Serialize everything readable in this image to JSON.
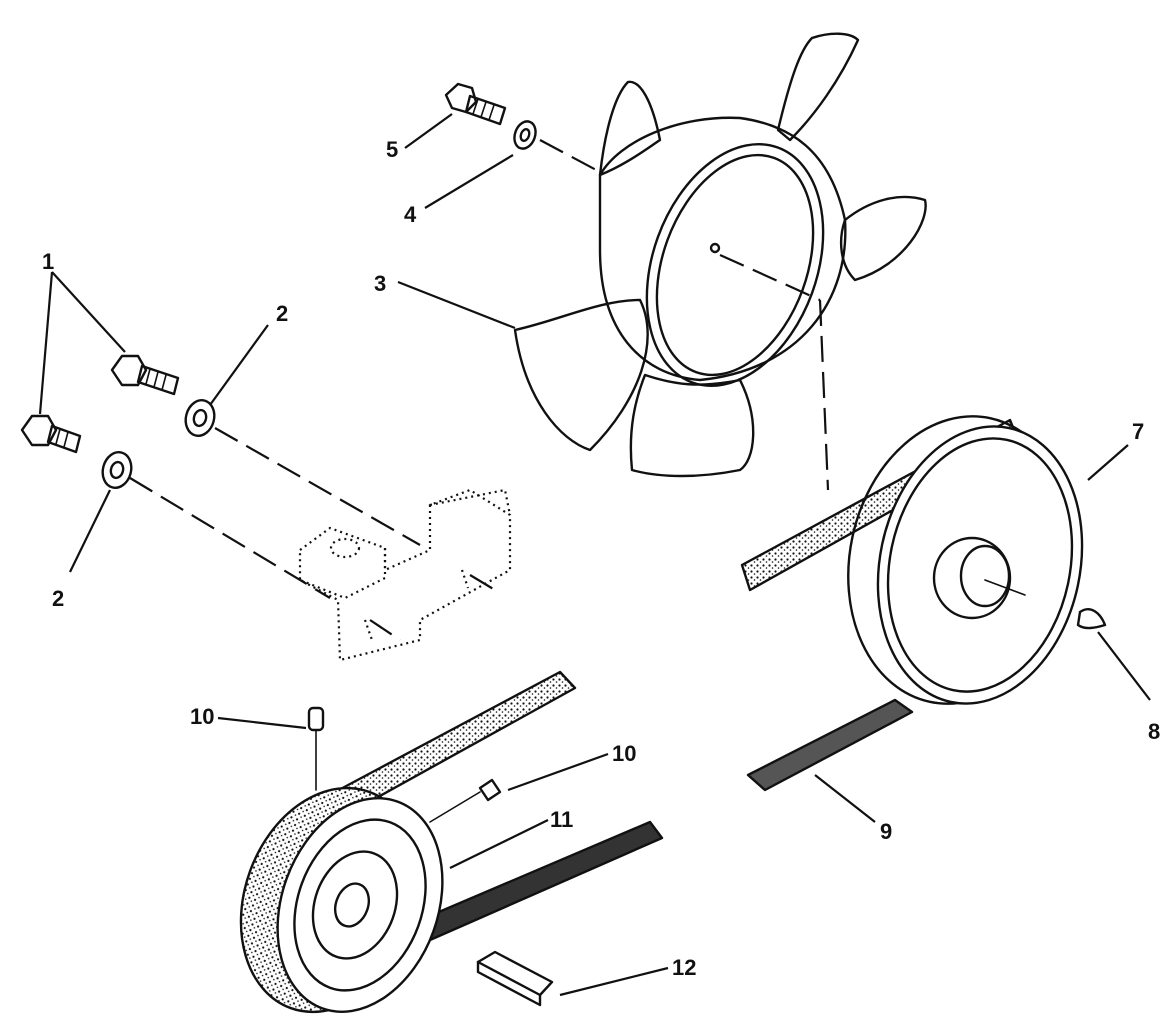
{
  "callouts": {
    "c1": "1",
    "c2a": "2",
    "c2b": "2",
    "c3": "3",
    "c4": "4",
    "c5": "5",
    "c7": "7",
    "c8": "8",
    "c9": "9",
    "c10a": "10",
    "c10b": "10",
    "c11": "11",
    "c12": "12"
  }
}
